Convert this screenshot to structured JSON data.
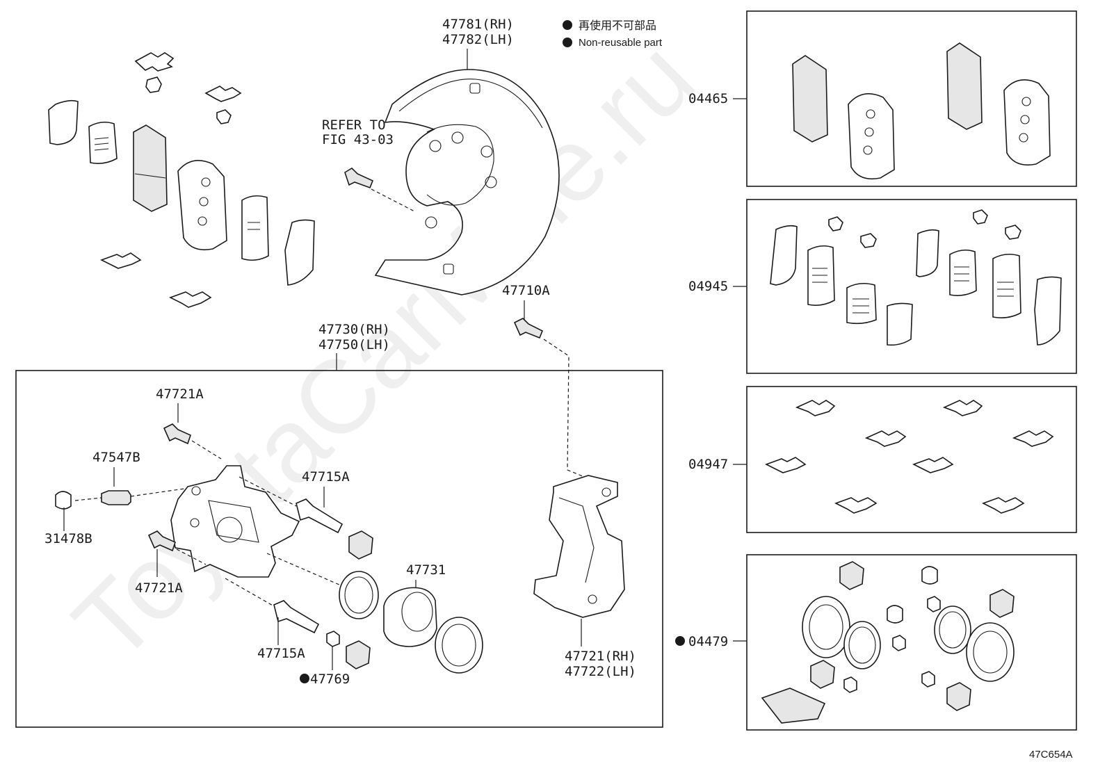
{
  "legend": {
    "jp": "再使用不可部品",
    "en": "Non-reusable part"
  },
  "watermark": "ToyotaCarMine.ru",
  "figure_code": "47C654A",
  "labels": {
    "dust_cover": [
      "47781(RH)",
      "47782(LH)"
    ],
    "refer": [
      "REFER TO",
      "FIG 43-03"
    ],
    "bolt_47710A": "47710A",
    "caliper_assy": [
      "47730(RH)",
      "47750(LH)"
    ],
    "bolt_47721A_top": "47721A",
    "bleeder": "47547B",
    "cap": "31478B",
    "pin_47715A_top": "47715A",
    "bolt_47721A_low": "47721A",
    "piston": "47731",
    "pin_47715A_low": "47715A",
    "bushing_47769": "47769",
    "mounting": [
      "47721(RH)",
      "47722(LH)"
    ],
    "kit_pads": "04465",
    "kit_shims": "04945",
    "kit_clips": "04947",
    "kit_seals": "04479"
  }
}
